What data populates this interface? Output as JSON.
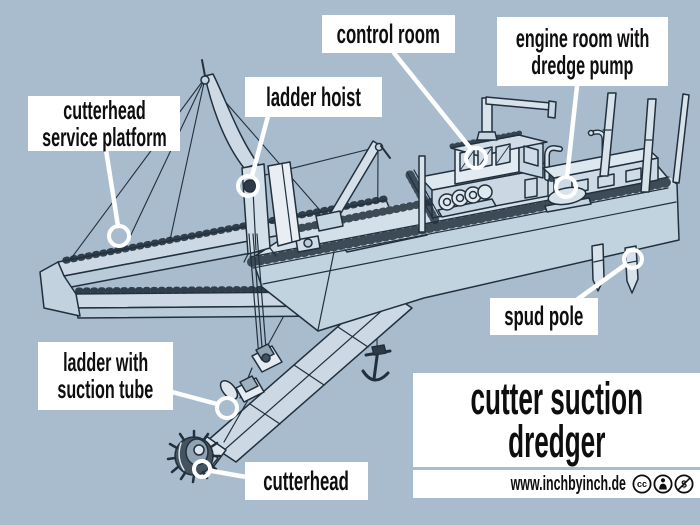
{
  "colors": {
    "background": "#a8bccd",
    "line": "#22303d",
    "ship_light": "#d3dfe9",
    "ship_mid": "#c2d3e0",
    "ship_dark": "#b9cbd9",
    "label_background": "#ffffff",
    "label_text": "#0e0e0e",
    "leader_line": "#ffffff"
  },
  "callouts": {
    "control_room": {
      "text": "control room"
    },
    "engine_room": {
      "line1": "engine room with",
      "line2": "dredge pump"
    },
    "ladder_hoist": {
      "text": "ladder hoist"
    },
    "cutterhead_service_platform": {
      "line1": "cutterhead",
      "line2": "service platform"
    },
    "spud_pole": {
      "text": "spud pole"
    },
    "ladder_with_suction_tube": {
      "line1": "ladder with",
      "line2": "suction tube"
    },
    "cutterhead": {
      "text": "cutterhead"
    }
  },
  "title": {
    "line1": "cutter suction",
    "line2": "dredger"
  },
  "footer": {
    "website": "www.inchbyinch.de",
    "license": "CC BY NC"
  }
}
